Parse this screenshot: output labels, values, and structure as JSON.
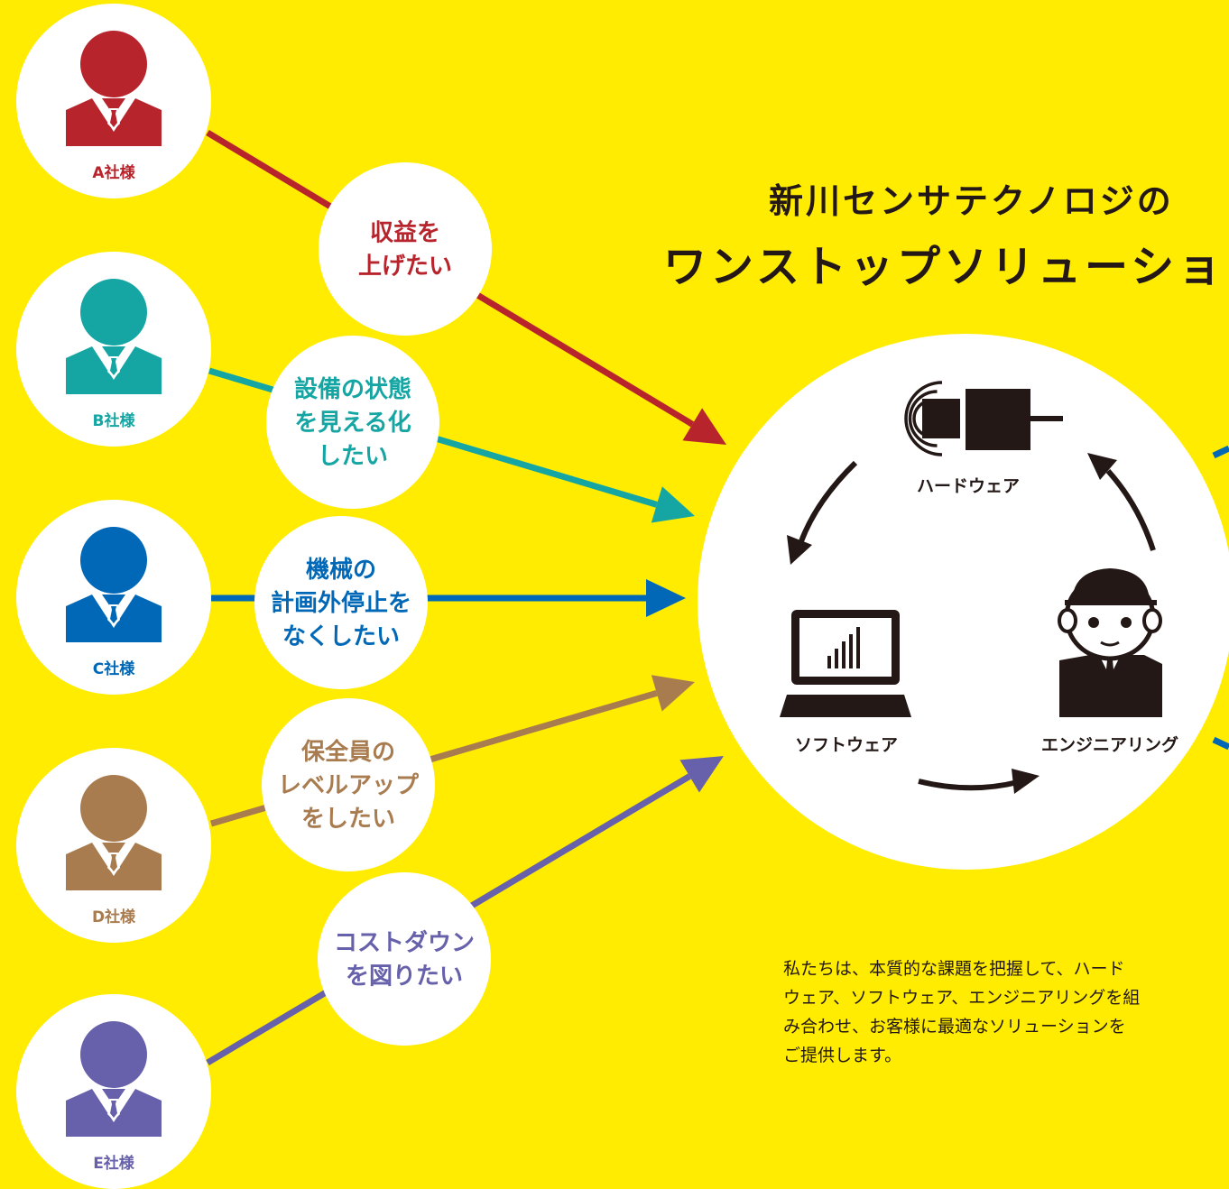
{
  "colors": {
    "background": "#FFEC00",
    "ink": "#231815",
    "white": "#FFFFFF"
  },
  "title": {
    "line1": "新川センサテクノロジの",
    "line2": "ワンストップソリューション"
  },
  "customers": [
    {
      "label": "A社様",
      "color": "#B8242C"
    },
    {
      "label": "B社様",
      "color": "#15A6A4"
    },
    {
      "label": "C社様",
      "color": "#0068B6"
    },
    {
      "label": "D社様",
      "color": "#A97C50"
    },
    {
      "label": "E社様",
      "color": "#6761AB"
    }
  ],
  "needs": [
    {
      "lines": [
        "収益を",
        "上げたい"
      ]
    },
    {
      "lines": [
        "設備の状態",
        "を見える化",
        "したい"
      ]
    },
    {
      "lines": [
        "機械の",
        "計画外停止を",
        "なくしたい"
      ]
    },
    {
      "lines": [
        "保全員の",
        "レベルアップ",
        "をしたい"
      ]
    },
    {
      "lines": [
        "コストダウン",
        "を図りたい"
      ]
    }
  ],
  "solution": {
    "hardware_label": "ハードウェア",
    "software_label": "ソフトウェア",
    "engineering_label": "エンジニアリング",
    "hardware_icon": "sensor-icon",
    "software_icon": "laptop-icon",
    "engineering_icon": "engineer-icon"
  },
  "description": [
    "私たちは、本質的な課題を把握して、ハード",
    "ウェア、ソフトウェア、エンジニアリングを組",
    "み合わせ、お客様に最適なソリューションを",
    "ご提供します。"
  ]
}
